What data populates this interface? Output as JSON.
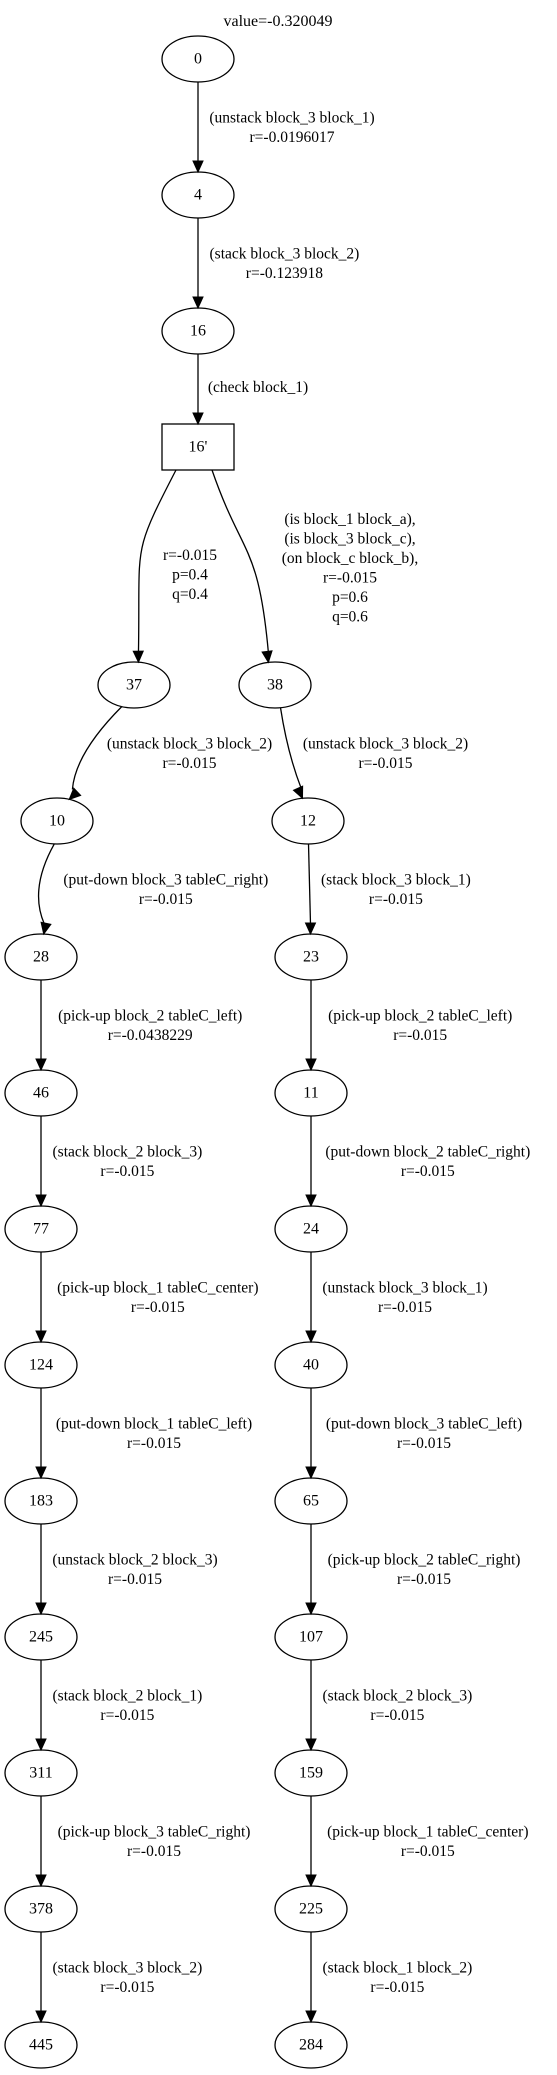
{
  "graph": {
    "title": "value=-0.320049",
    "nodes": [
      {
        "id": "0",
        "label": "0",
        "shape": "ellipse"
      },
      {
        "id": "4",
        "label": "4",
        "shape": "ellipse"
      },
      {
        "id": "16",
        "label": "16",
        "shape": "ellipse"
      },
      {
        "id": "16p",
        "label": "16'",
        "shape": "box"
      },
      {
        "id": "37",
        "label": "37",
        "shape": "ellipse"
      },
      {
        "id": "38",
        "label": "38",
        "shape": "ellipse"
      },
      {
        "id": "10",
        "label": "10",
        "shape": "ellipse"
      },
      {
        "id": "12",
        "label": "12",
        "shape": "ellipse"
      },
      {
        "id": "28",
        "label": "28",
        "shape": "ellipse"
      },
      {
        "id": "23",
        "label": "23",
        "shape": "ellipse"
      },
      {
        "id": "46",
        "label": "46",
        "shape": "ellipse"
      },
      {
        "id": "11",
        "label": "11",
        "shape": "ellipse"
      },
      {
        "id": "77",
        "label": "77",
        "shape": "ellipse"
      },
      {
        "id": "24",
        "label": "24",
        "shape": "ellipse"
      },
      {
        "id": "124",
        "label": "124",
        "shape": "ellipse"
      },
      {
        "id": "40",
        "label": "40",
        "shape": "ellipse"
      },
      {
        "id": "183",
        "label": "183",
        "shape": "ellipse"
      },
      {
        "id": "65",
        "label": "65",
        "shape": "ellipse"
      },
      {
        "id": "245",
        "label": "245",
        "shape": "ellipse"
      },
      {
        "id": "107",
        "label": "107",
        "shape": "ellipse"
      },
      {
        "id": "311",
        "label": "311",
        "shape": "ellipse"
      },
      {
        "id": "159",
        "label": "159",
        "shape": "ellipse"
      },
      {
        "id": "378",
        "label": "378",
        "shape": "ellipse"
      },
      {
        "id": "225",
        "label": "225",
        "shape": "ellipse"
      },
      {
        "id": "445",
        "label": "445",
        "shape": "ellipse"
      },
      {
        "id": "284",
        "label": "284",
        "shape": "ellipse"
      }
    ],
    "edges": [
      {
        "from": "0",
        "to": "4",
        "label": [
          "(unstack block_3 block_1)",
          "r=-0.0196017"
        ]
      },
      {
        "from": "4",
        "to": "16",
        "label": [
          "(stack block_3 block_2)",
          "r=-0.123918"
        ]
      },
      {
        "from": "16",
        "to": "16p",
        "label": [
          "(check block_1)"
        ]
      },
      {
        "from": "16p",
        "to": "37",
        "label": [
          "r=-0.015",
          "p=0.4",
          "q=0.4"
        ]
      },
      {
        "from": "16p",
        "to": "38",
        "label": [
          "(is block_1 block_a),",
          "(is block_3 block_c),",
          "(on block_c block_b),",
          "r=-0.015",
          "p=0.6",
          "q=0.6"
        ]
      },
      {
        "from": "37",
        "to": "10",
        "label": [
          "(unstack block_3 block_2)",
          "r=-0.015"
        ]
      },
      {
        "from": "38",
        "to": "12",
        "label": [
          "(unstack block_3 block_2)",
          "r=-0.015"
        ]
      },
      {
        "from": "10",
        "to": "28",
        "label": [
          "(put-down block_3 tableC_right)",
          "r=-0.015"
        ]
      },
      {
        "from": "12",
        "to": "23",
        "label": [
          "(stack block_3 block_1)",
          "r=-0.015"
        ]
      },
      {
        "from": "28",
        "to": "46",
        "label": [
          "(pick-up block_2 tableC_left)",
          "r=-0.0438229"
        ]
      },
      {
        "from": "23",
        "to": "11",
        "label": [
          "(pick-up block_2 tableC_left)",
          "r=-0.015"
        ]
      },
      {
        "from": "46",
        "to": "77",
        "label": [
          "(stack block_2 block_3)",
          "r=-0.015"
        ]
      },
      {
        "from": "11",
        "to": "24",
        "label": [
          "(put-down block_2 tableC_right)",
          "r=-0.015"
        ]
      },
      {
        "from": "77",
        "to": "124",
        "label": [
          "(pick-up block_1 tableC_center)",
          "r=-0.015"
        ]
      },
      {
        "from": "24",
        "to": "40",
        "label": [
          "(unstack block_3 block_1)",
          "r=-0.015"
        ]
      },
      {
        "from": "124",
        "to": "183",
        "label": [
          "(put-down block_1 tableC_left)",
          "r=-0.015"
        ]
      },
      {
        "from": "40",
        "to": "65",
        "label": [
          "(put-down block_3 tableC_left)",
          "r=-0.015"
        ]
      },
      {
        "from": "183",
        "to": "245",
        "label": [
          "(unstack block_2 block_3)",
          "r=-0.015"
        ]
      },
      {
        "from": "65",
        "to": "107",
        "label": [
          "(pick-up block_2 tableC_right)",
          "r=-0.015"
        ]
      },
      {
        "from": "245",
        "to": "311",
        "label": [
          "(stack block_2 block_1)",
          "r=-0.015"
        ]
      },
      {
        "from": "107",
        "to": "159",
        "label": [
          "(stack block_2 block_3)",
          "r=-0.015"
        ]
      },
      {
        "from": "311",
        "to": "378",
        "label": [
          "(pick-up block_3 tableC_right)",
          "r=-0.015"
        ]
      },
      {
        "from": "159",
        "to": "225",
        "label": [
          "(pick-up block_1 tableC_center)",
          "r=-0.015"
        ]
      },
      {
        "from": "378",
        "to": "445",
        "label": [
          "(stack block_3 block_2)",
          "r=-0.015"
        ]
      },
      {
        "from": "225",
        "to": "284",
        "label": [
          "(stack block_1 block_2)",
          "r=-0.015"
        ]
      }
    ]
  }
}
